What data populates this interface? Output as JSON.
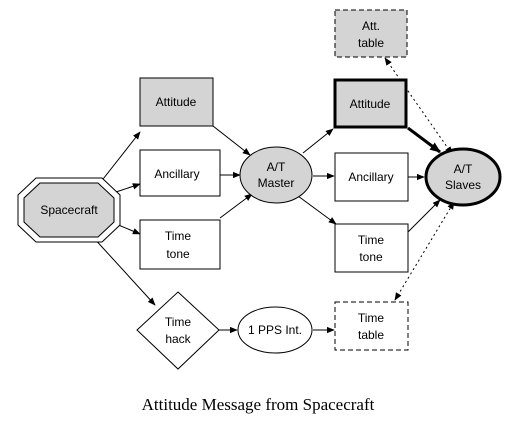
{
  "caption": "Attitude Message from Spacecraft",
  "nodes": {
    "spacecraft": "Spacecraft",
    "attitude_in": "Attitude",
    "ancillary_in": "Ancillary",
    "time_tone_in_1": "Time",
    "time_tone_in_2": "tone",
    "time_hack_1": "Time",
    "time_hack_2": "hack",
    "master_1": "A/T",
    "master_2": "Master",
    "pps": "1 PPS Int.",
    "att_table_1": "Att.",
    "att_table_2": "table",
    "attitude_out": "Attitude",
    "ancillary_out": "Ancillary",
    "time_tone_out_1": "Time",
    "time_tone_out_2": "tone",
    "time_table_1": "Time",
    "time_table_2": "table",
    "slaves_1": "A/T",
    "slaves_2": "Slaves"
  },
  "colors": {
    "fill_gray": "#d4d4d4",
    "fill_white": "#ffffff",
    "stroke": "#000000"
  }
}
